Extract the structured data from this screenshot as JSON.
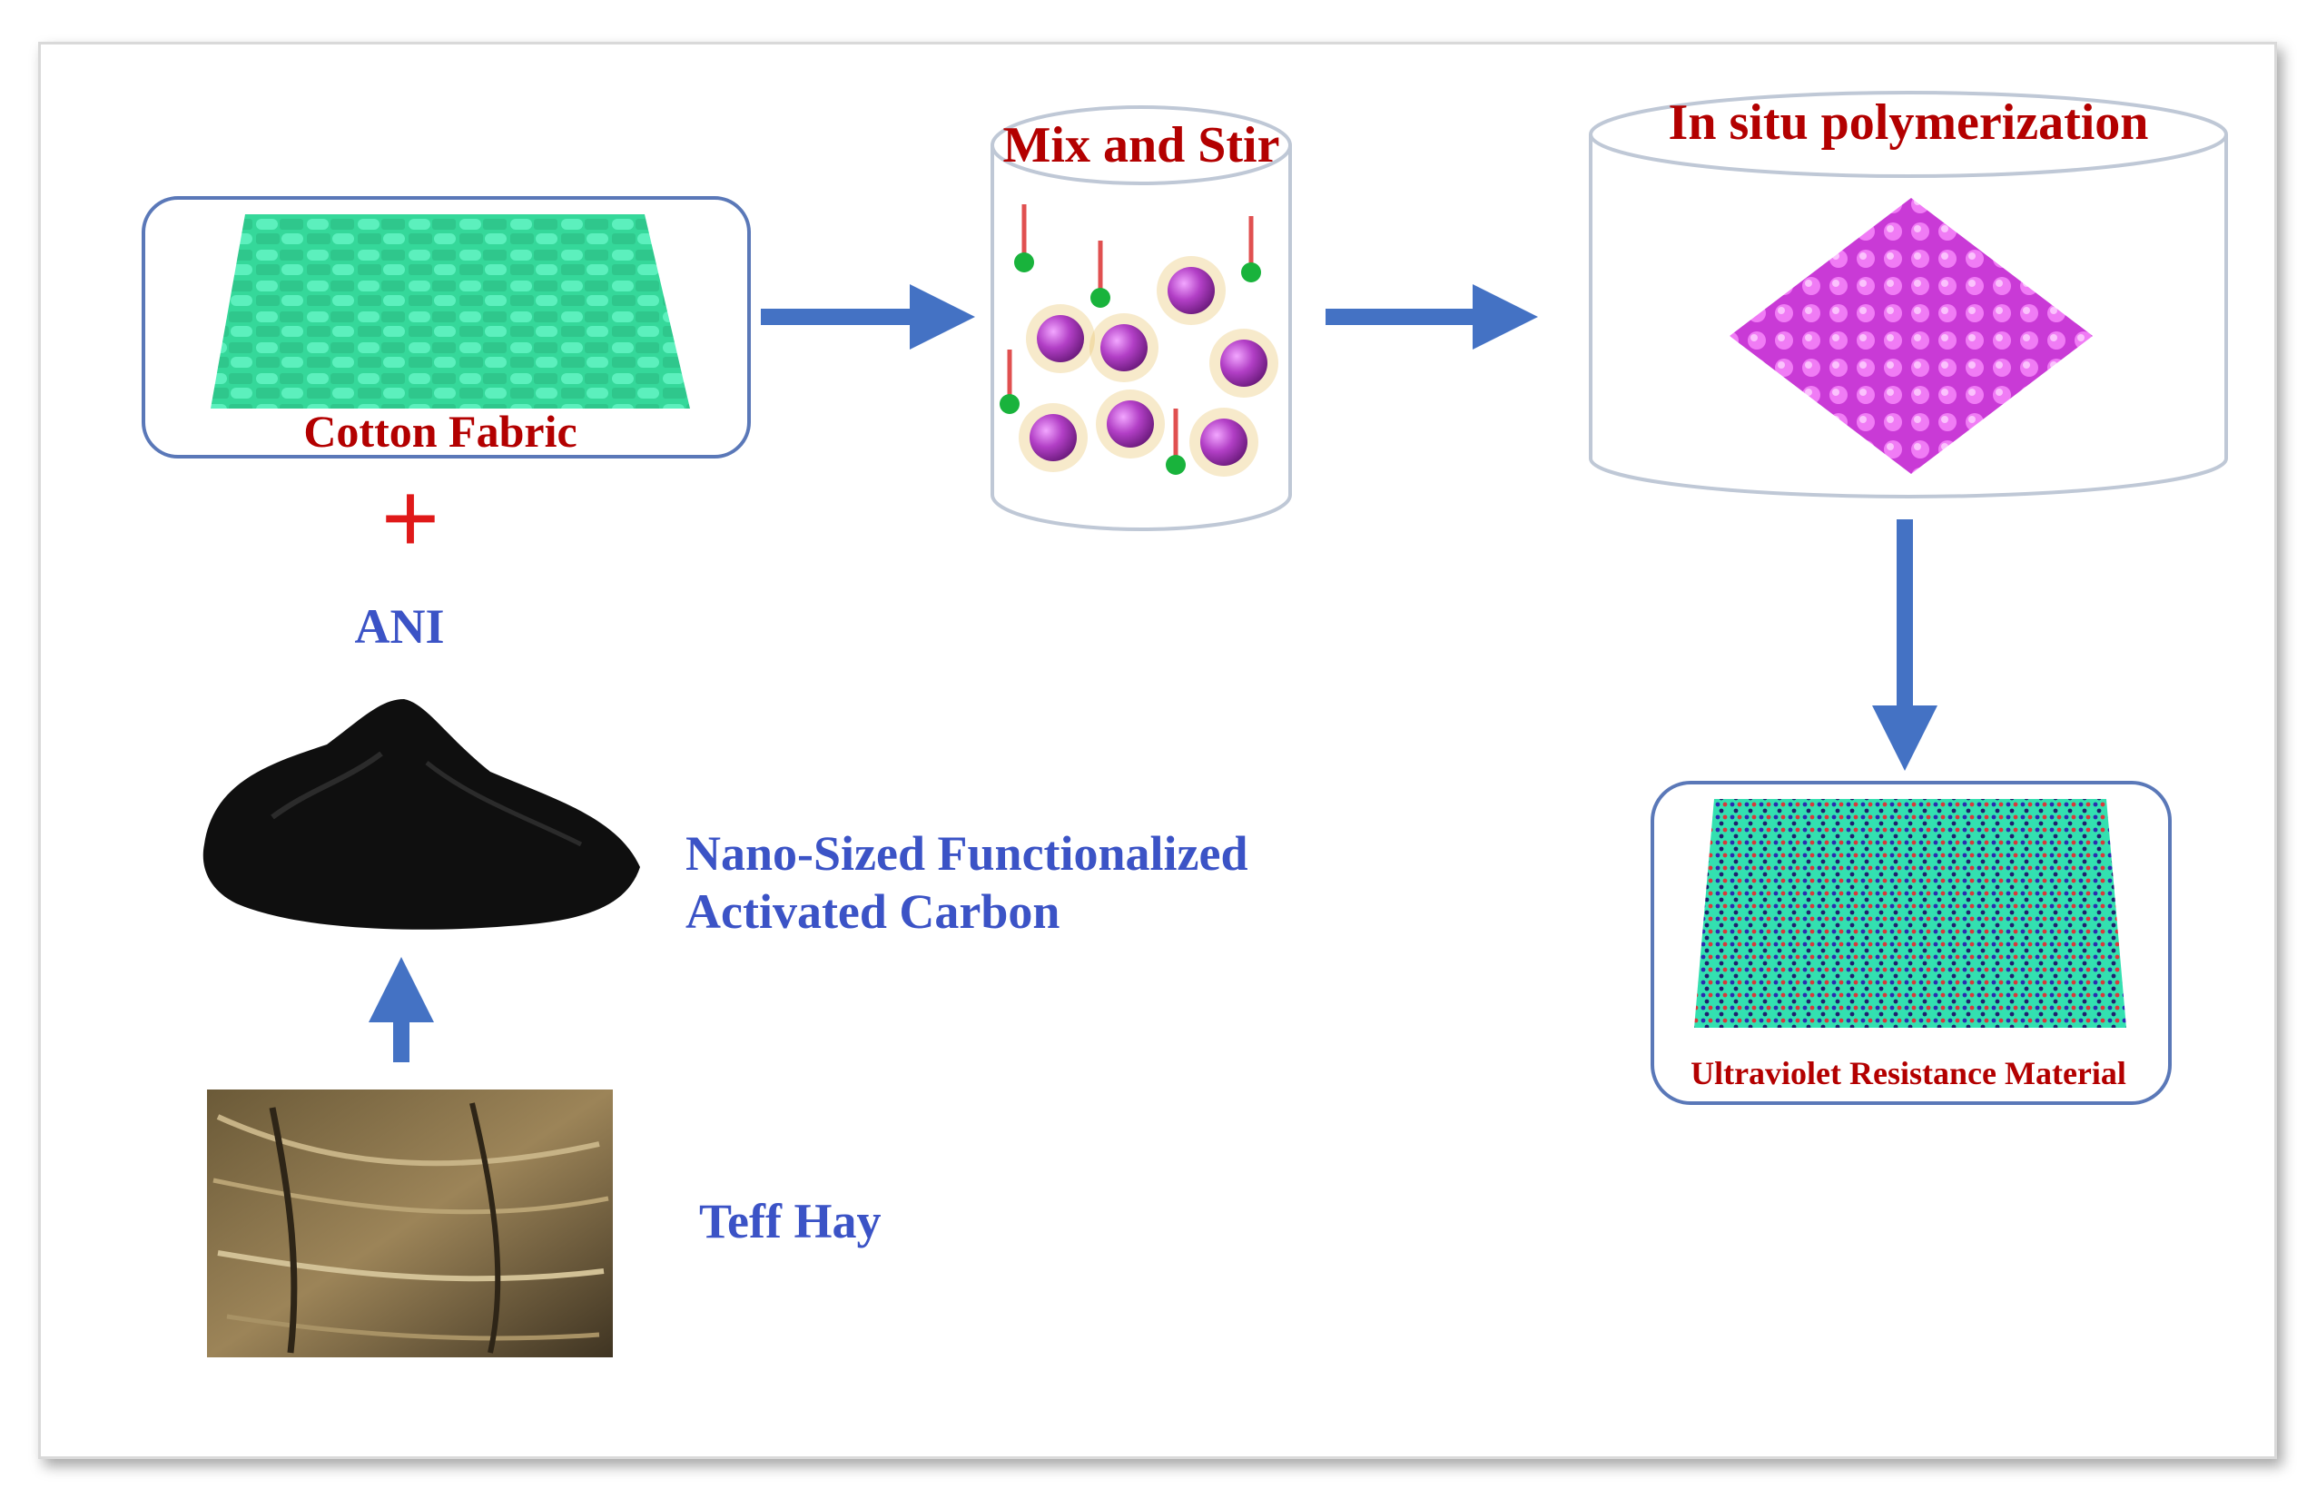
{
  "labels": {
    "cotton": "Cotton Fabric",
    "plus": "+",
    "ani": "ANI",
    "mix": "Mix and Stir",
    "polymerization": "In situ polymerization",
    "carbon_line1": "Nano-Sized Functionalized",
    "carbon_line2": "Activated Carbon",
    "teff": "Teff Hay",
    "uv": "Ultraviolet Resistance Material"
  },
  "colors": {
    "label_red": "#b30000",
    "label_blue": "#3b53c6",
    "arrow": "#4472c4",
    "fabric": "#3fe3a8",
    "particle": "#b03fc4",
    "polymer": "#e04be8",
    "box_border": "#5a78b8"
  }
}
